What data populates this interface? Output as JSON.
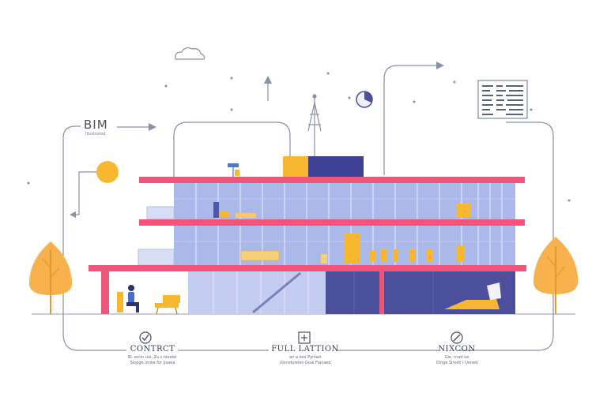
{
  "header": {
    "title": "BIM",
    "subtitle": "Illustrated"
  },
  "steps": [
    {
      "title": "CONTRCT",
      "line1": "Bi. eniin uui, Zo.c iooaler",
      "line2": "Slopge lonke for Jisaea"
    },
    {
      "title": "FULL LATTION",
      "line1": "an a lonl Pyinad",
      "line2": "Uonsdulelon Goal Flacaed"
    },
    {
      "title": "NIXCON",
      "line1": "Gie. rnad ue",
      "line2": "Dinge Slrodil I Uoned"
    }
  ],
  "colors": {
    "slab": "#f0567a",
    "glass": "#aab8ea",
    "glass_dark": "#4c4f9c",
    "accent": "#f7b731",
    "line": "#8a90a6",
    "tree": "#f8b24d"
  }
}
